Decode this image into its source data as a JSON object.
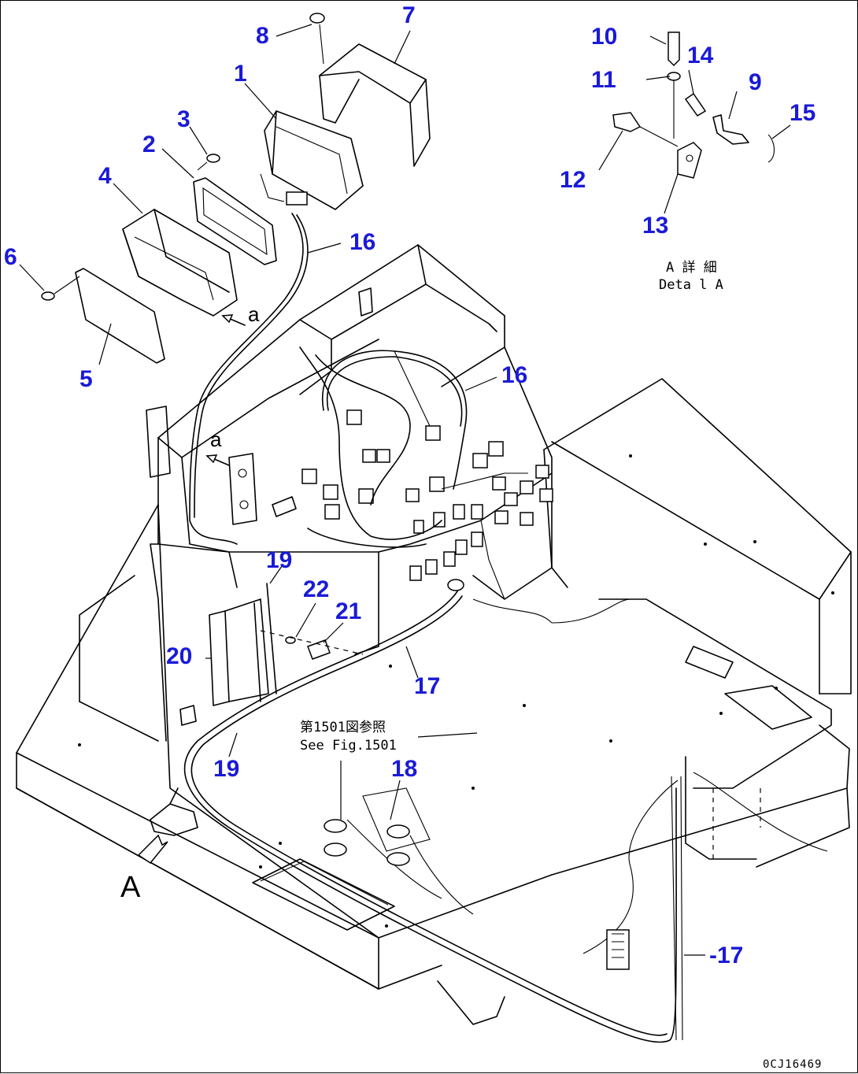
{
  "callouts": {
    "c1": "1",
    "c2": "2",
    "c3": "3",
    "c4": "4",
    "c5": "5",
    "c6": "6",
    "c7": "7",
    "c8": "8",
    "c9": "9",
    "c10": "10",
    "c11": "11",
    "c12": "12",
    "c13": "13",
    "c14": "14",
    "c15": "15",
    "c16a": "16",
    "c16b": "16",
    "c17a": "17",
    "c17b": "-17",
    "c18": "18",
    "c19a": "19",
    "c19b": "19",
    "c20": "20",
    "c21": "21",
    "c22": "22"
  },
  "detail_note": {
    "jp": "A 詳 細",
    "en": "Deta l A"
  },
  "reference_note": {
    "jp": "第1501図参照",
    "en": "See Fig.1501"
  },
  "view_letters": {
    "a_upper": "a",
    "a_lower": "a",
    "A": "A"
  },
  "drawing_code": "0CJ16469"
}
